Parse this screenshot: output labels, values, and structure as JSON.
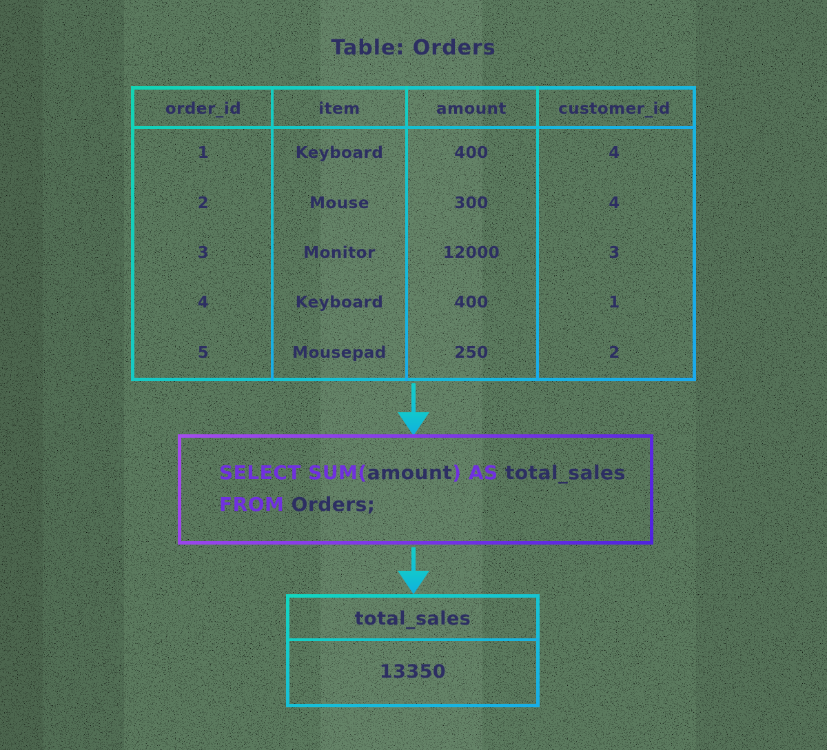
{
  "title": "Table: Orders",
  "orders_table": {
    "columns": [
      "order_id",
      "item",
      "amount",
      "customer_id"
    ],
    "rows": [
      [
        "1",
        "Keyboard",
        "400",
        "4"
      ],
      [
        "2",
        "Mouse",
        "300",
        "4"
      ],
      [
        "3",
        "Monitor",
        "12000",
        "3"
      ],
      [
        "4",
        "Keyboard",
        "400",
        "1"
      ],
      [
        "5",
        "Mousepad",
        "250",
        "2"
      ]
    ]
  },
  "query": {
    "line1": [
      {
        "text": "SELECT SUM(",
        "role": "keyword"
      },
      {
        "text": "amount",
        "role": "identifier"
      },
      {
        "text": ") AS ",
        "role": "keyword"
      },
      {
        "text": "total_sales",
        "role": "identifier"
      }
    ],
    "line2": [
      {
        "text": "FROM ",
        "role": "keyword"
      },
      {
        "text": "Orders;",
        "role": "identifier"
      }
    ]
  },
  "result_table": {
    "column": "total_sales",
    "value": "13350"
  },
  "icons": {
    "arrow_table_to_query": "arrow-down-icon",
    "arrow_query_to_result": "arrow-down-icon"
  },
  "colors": {
    "background_green": "#5b7a5e",
    "text_navy": "#2d2f63",
    "keyword_purple": "#7030e0",
    "border_teal": "#13d4b4",
    "border_blue": "#1aa9ec",
    "border_violet": "#a44ced",
    "border_indigo": "#5023df"
  }
}
